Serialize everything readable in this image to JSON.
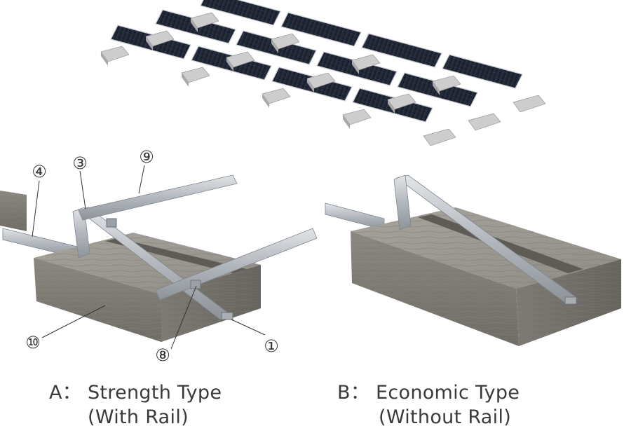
{
  "overview": {
    "rows": 3,
    "panels_per_row": 4
  },
  "callouts": [
    {
      "id": "c4",
      "label": "④"
    },
    {
      "id": "c3",
      "label": "③"
    },
    {
      "id": "c9",
      "label": "⑨"
    },
    {
      "id": "c10",
      "label": "⑩"
    },
    {
      "id": "c8",
      "label": "⑧"
    },
    {
      "id": "c1",
      "label": "①"
    }
  ],
  "captions": {
    "a_title": "A： Strength Type",
    "a_sub": "(With Rail)",
    "b_title": "B： Economic Type",
    "b_sub": "(Without Rail)"
  },
  "colors": {
    "panel": "#1e2433",
    "panel_frame": "#c9cdd2",
    "ballast": "#cfcfcf",
    "concrete": "#8e8c86",
    "rail": "#b7bcc2"
  }
}
